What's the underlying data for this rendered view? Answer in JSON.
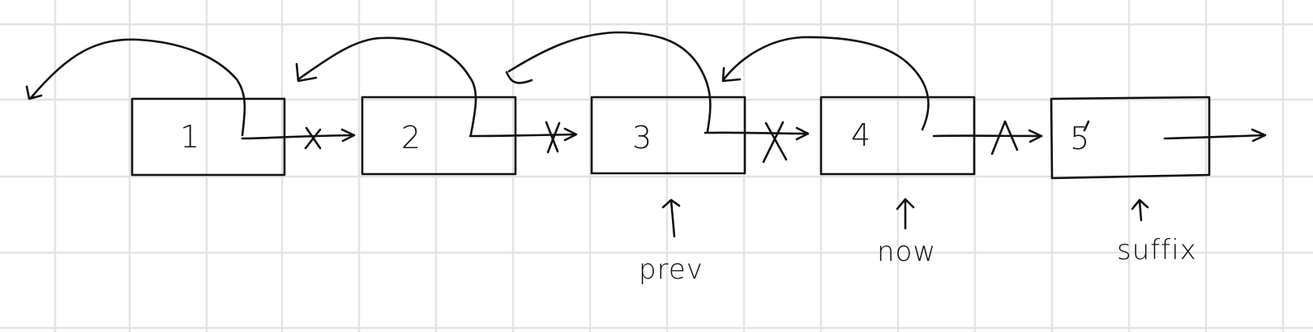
{
  "nodes": [
    {
      "label": "1"
    },
    {
      "label": "2"
    },
    {
      "label": "3"
    },
    {
      "label": "4"
    },
    {
      "label": "5"
    }
  ],
  "pointers": {
    "prev": "prev",
    "now": "now",
    "suffix": "suffix"
  }
}
